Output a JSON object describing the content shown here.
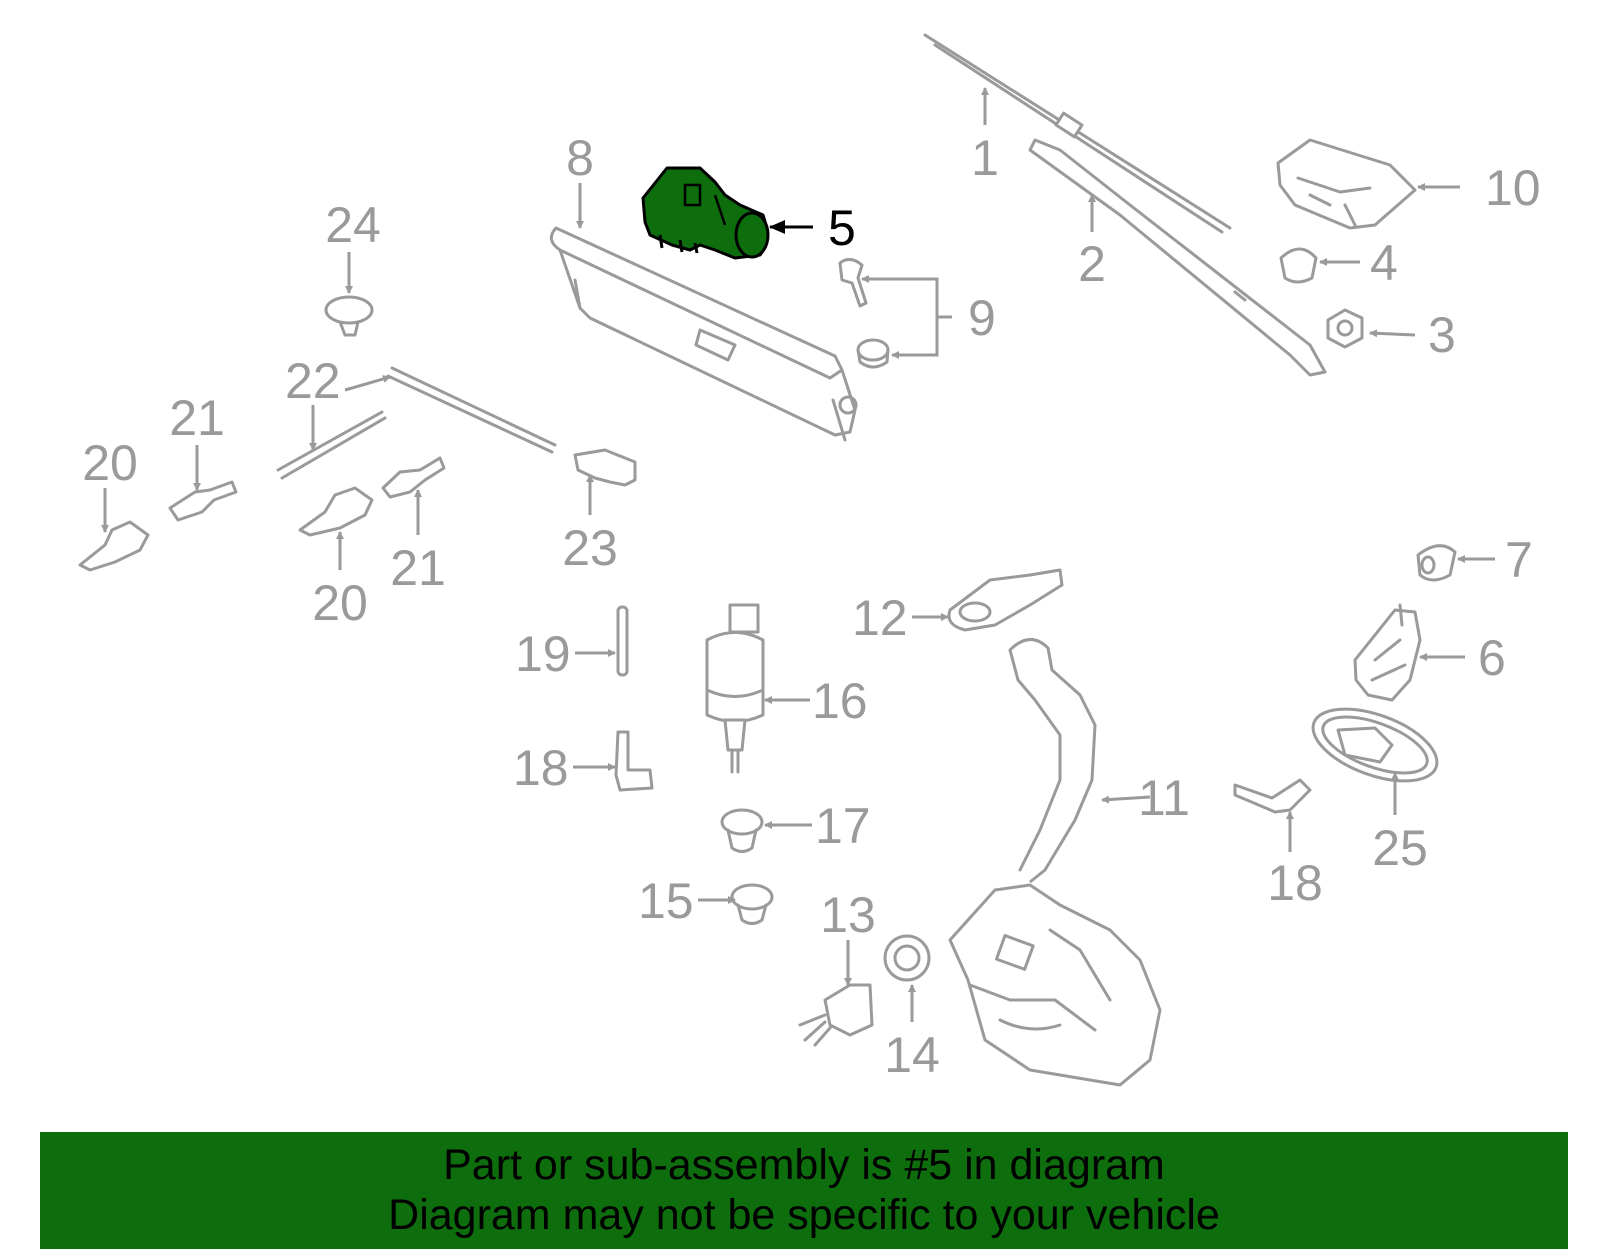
{
  "colors": {
    "highlight": "#0e6e0e",
    "line_gray": "#9a9a9a",
    "active": "#000000"
  },
  "highlighted_part": "5",
  "callouts": [
    "1",
    "2",
    "3",
    "4",
    "5",
    "6",
    "7",
    "8",
    "9",
    "10",
    "11",
    "12",
    "13",
    "14",
    "15",
    "16",
    "17",
    "18",
    "18",
    "19",
    "20",
    "20",
    "21",
    "21",
    "22",
    "23",
    "24",
    "25"
  ],
  "banner": {
    "line1": "Part or sub-assembly is #5 in diagram",
    "line2": "Diagram may not be specific to your vehicle"
  }
}
